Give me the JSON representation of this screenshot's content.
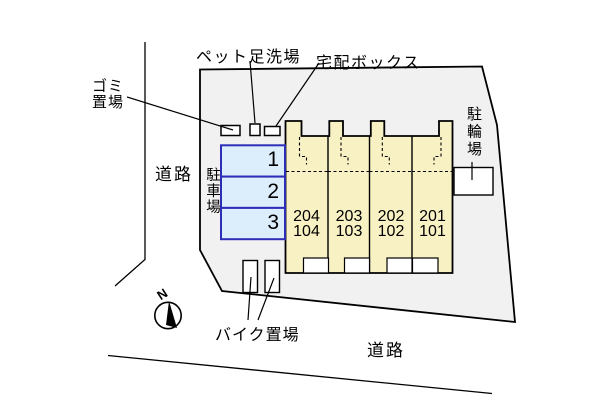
{
  "labels": {
    "garbage_line1": "ゴミ",
    "garbage_line2": "置場",
    "pet_wash": "ペット足洗場",
    "delivery_box": "宅配ボックス",
    "bicycle_parking": "駐輪場",
    "car_parking": "駐車場",
    "road_left": "道路",
    "road_bottom": "道路",
    "bike_storage": "バイク置場",
    "north": "N"
  },
  "parking_spaces": [
    {
      "number": "1"
    },
    {
      "number": "2"
    },
    {
      "number": "3"
    }
  ],
  "building_units": [
    {
      "upper": "204",
      "lower": "104"
    },
    {
      "upper": "203",
      "lower": "103"
    },
    {
      "upper": "202",
      "lower": "102"
    },
    {
      "upper": "201",
      "lower": "101"
    }
  ],
  "colors": {
    "site_fill": "#f1f1f1",
    "building_fill": "#f8f1c3",
    "parking_fill": "#dceefb",
    "parking_border": "#2d2db8",
    "line": "#000000"
  }
}
